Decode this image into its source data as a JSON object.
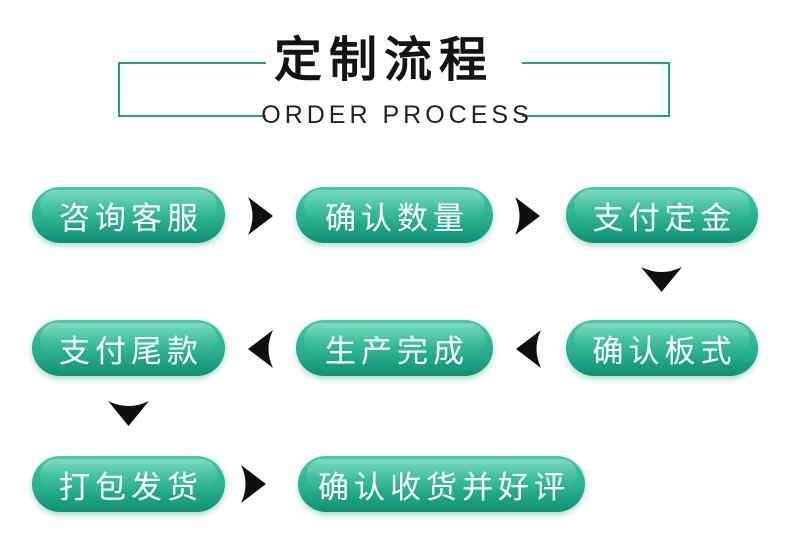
{
  "header": {
    "title": "定制流程",
    "subtitle": "ORDER PROCESS"
  },
  "steps": [
    {
      "label": "咨询客服"
    },
    {
      "label": "确认数量"
    },
    {
      "label": "支付定金"
    },
    {
      "label": "确认板式"
    },
    {
      "label": "生产完成"
    },
    {
      "label": "支付尾款"
    },
    {
      "label": "打包发货"
    },
    {
      "label": "确认收货并好评"
    }
  ],
  "icons": {
    "arrow_right": "right-triangle",
    "arrow_left": "left-triangle",
    "arrow_down": "down-triangle"
  },
  "colors": {
    "pill_gradient_top": "#47caa6",
    "pill_gradient_bottom": "#12906f",
    "pill_text": "#ffffff",
    "bracket_line": "#2a9b7d",
    "title_text": "#141414",
    "subtitle_text": "#222222",
    "arrow": "#0f0f0f",
    "background": "#ffffff"
  }
}
